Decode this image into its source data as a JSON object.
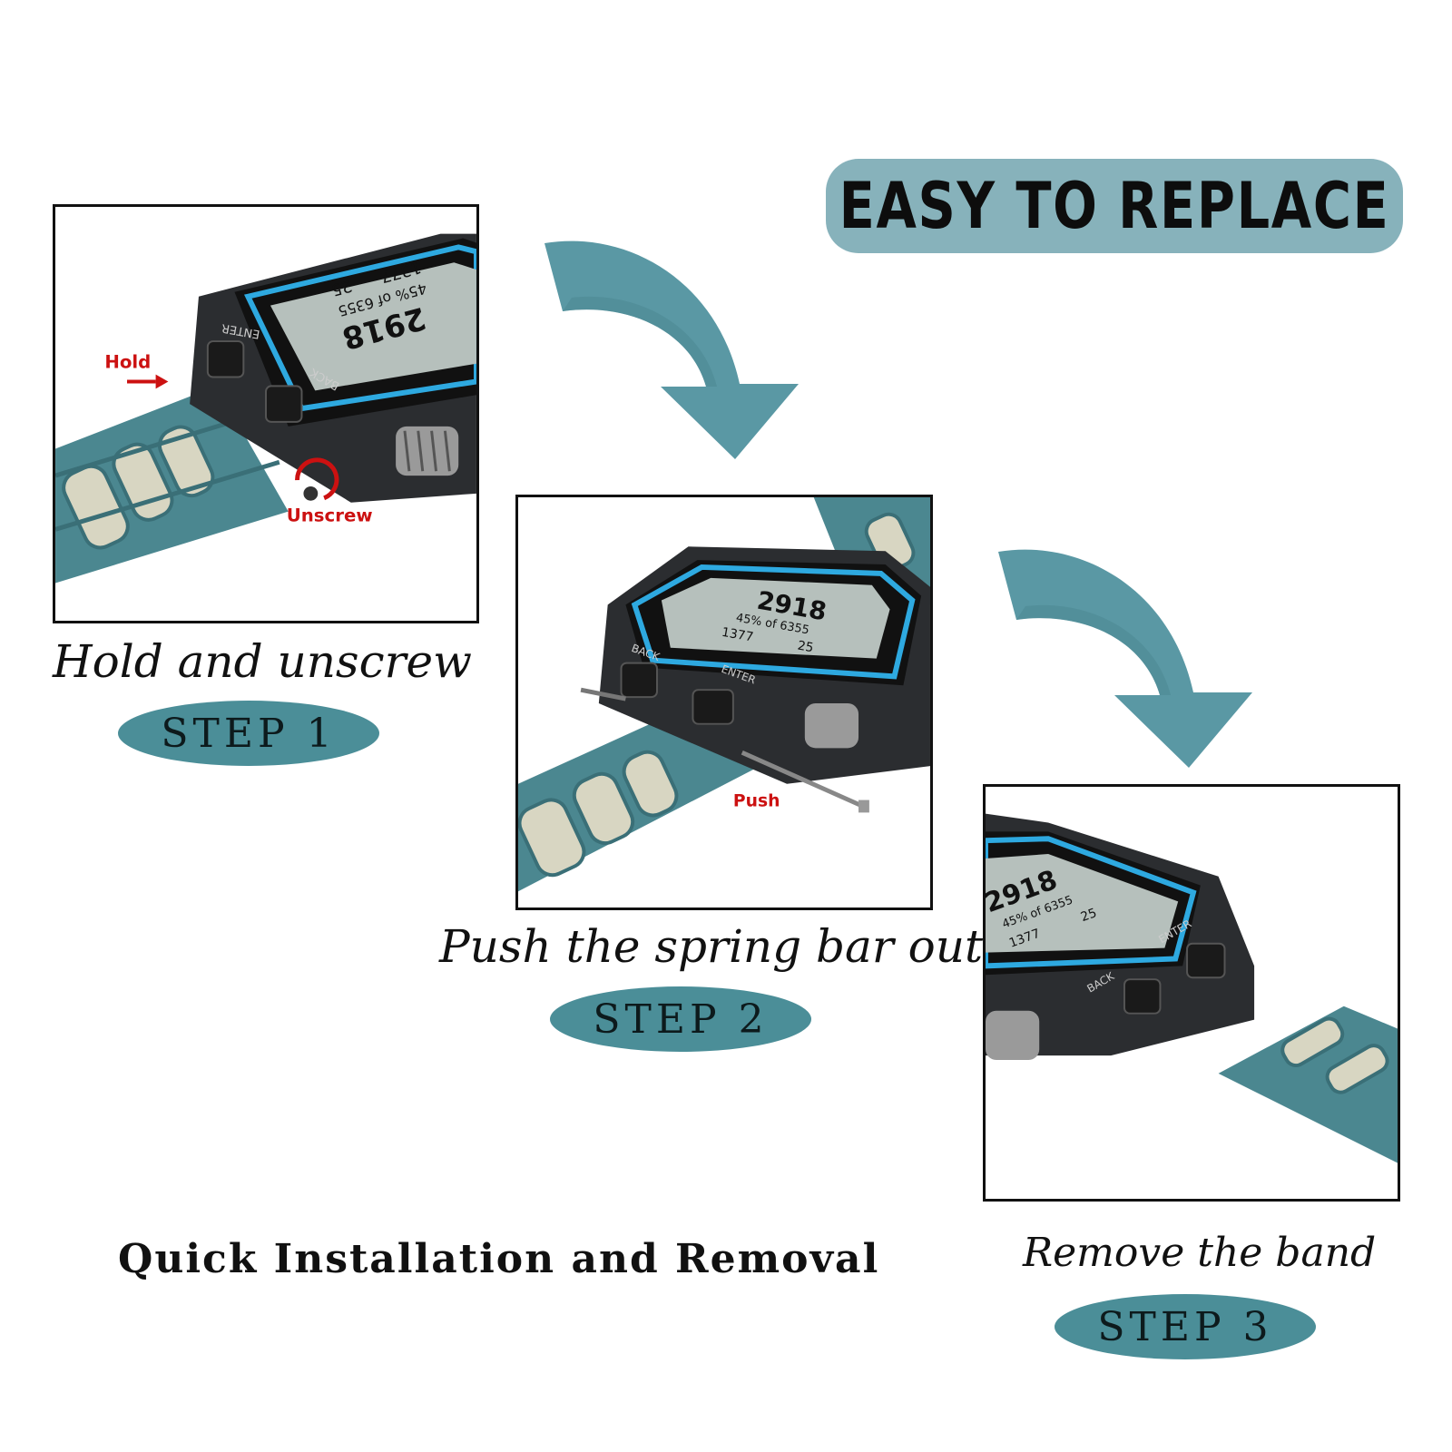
{
  "banner": {
    "title": "EASY TO REPLACE"
  },
  "steps": [
    {
      "caption": "Hold and unscrew",
      "badge": "STEP 1",
      "labels": {
        "hold": "Hold",
        "unscrew": "Unscrew"
      }
    },
    {
      "caption": "Push the spring bar out",
      "badge": "STEP 2",
      "labels": {
        "push": "Push"
      }
    },
    {
      "caption": "Remove the band",
      "badge": "STEP 3"
    }
  ],
  "footer": {
    "text": "Quick Installation and Removal"
  },
  "watch_screen": {
    "main": "2918",
    "sub": "45% of 6355",
    "left": "1377",
    "right": "25"
  },
  "watch_buttons": {
    "back": "BACK",
    "enter": "ENTER"
  },
  "colors": {
    "accent": "#5a98a4",
    "band": "#4b8790",
    "pill": "#4b8e98",
    "banner": "#87b2bb",
    "screen_ring": "#2ea9e0"
  },
  "icons": [
    "curved-arrow-icon",
    "red-arrow-icon",
    "red-rotate-icon",
    "back-button-icon",
    "enter-button-icon"
  ]
}
